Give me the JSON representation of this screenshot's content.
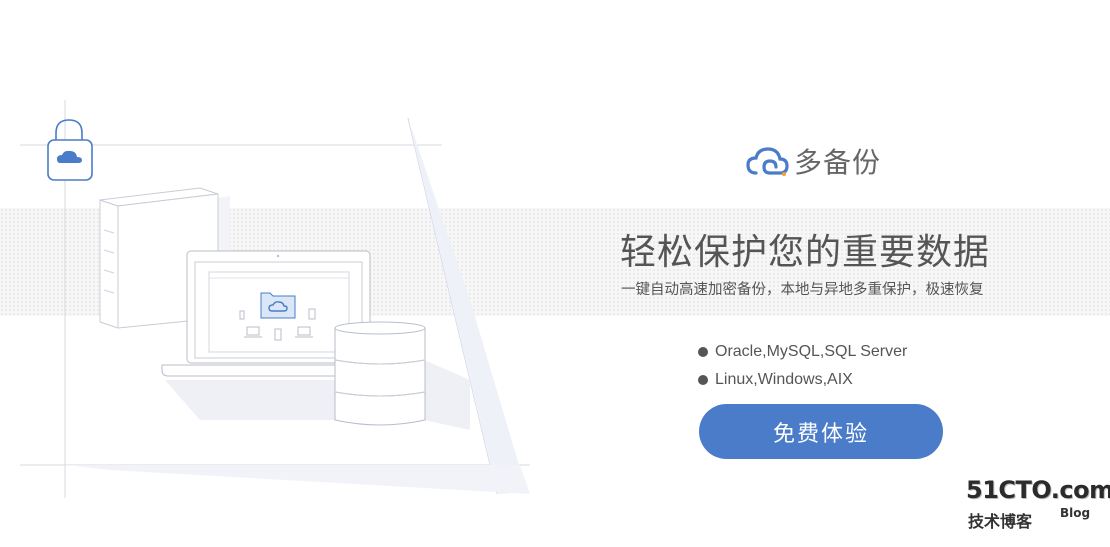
{
  "brand": {
    "name": "多备份",
    "icon": "cloud-logo-icon",
    "accent_color": "#4a7cc9",
    "dot_color": "#f0a030"
  },
  "headline": "轻松保护您的重要数据",
  "subline": "一键自动高速加密备份，本地与异地多重保护，极速恢复",
  "features": [
    "Oracle,MySQL,SQL Server",
    "Linux,Windows,AIX"
  ],
  "cta": {
    "label": "免费体验",
    "color": "#4a7cc9"
  },
  "watermark": {
    "site": "51CTO.com",
    "tagline": "技术博客",
    "blog": "Blog"
  },
  "illustration": {
    "icons": [
      "padlock-cloud-icon",
      "server-tower-icon",
      "laptop-icon",
      "database-stack-icon",
      "cloud-folder-icon"
    ]
  }
}
